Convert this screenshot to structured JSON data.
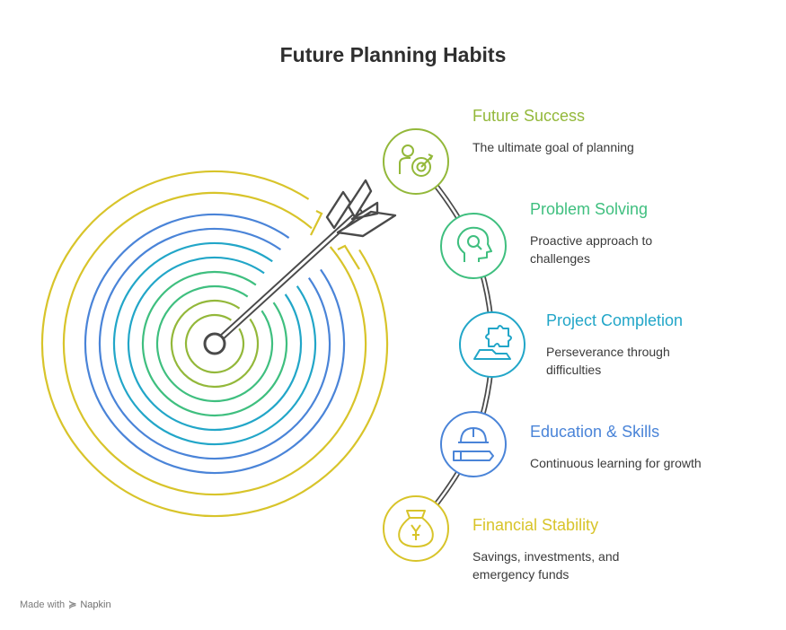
{
  "title": "Future Planning Habits",
  "colors": {
    "lime": "#93b83a",
    "green": "#3fbf7f",
    "teal": "#22a6c8",
    "blue": "#4a84d8",
    "gold": "#d8c42a",
    "arrow": "#4a4a4a"
  },
  "items": [
    {
      "title": "Future Success",
      "desc": "The ultimate goal of planning",
      "icon": "person-target-icon",
      "color": "#93b83a"
    },
    {
      "title": "Problem Solving",
      "desc": "Proactive approach to challenges",
      "icon": "head-search-icon",
      "color": "#3fbf7f"
    },
    {
      "title": "Project Completion",
      "desc": "Perseverance through difficulties",
      "icon": "puzzle-hand-icon",
      "color": "#22a6c8"
    },
    {
      "title": "Education & Skills",
      "desc": "Continuous learning for growth",
      "icon": "hardhat-pencil-icon",
      "color": "#4a84d8"
    },
    {
      "title": "Financial Stability",
      "desc": "Savings, investments, and emergency funds",
      "icon": "money-bag-icon",
      "color": "#d8c42a"
    }
  ],
  "footer": {
    "made_with": "Made with",
    "brand": "Napkin"
  }
}
